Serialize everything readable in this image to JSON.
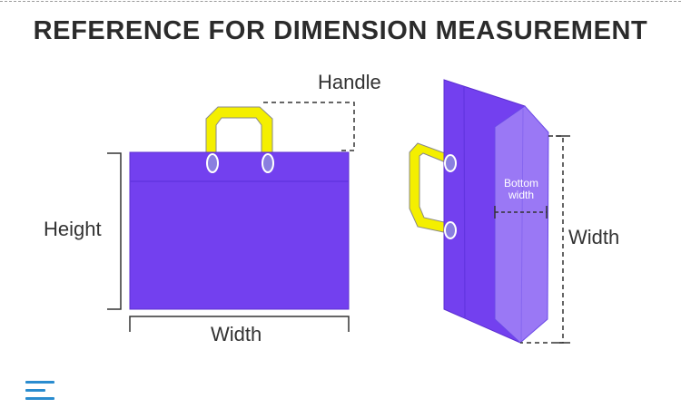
{
  "title": "REFERENCE FOR DIMENSION MEASUREMENT",
  "labels": {
    "handle": "Handle",
    "height": "Height",
    "width_front": "Width",
    "width_side": "Width",
    "bottom_width_line1": "Bottom",
    "bottom_width_line2": "width"
  },
  "colors": {
    "bag": "#7340ef",
    "bag_side_panel": "#9a78f5",
    "handle": "#f4ef00",
    "dimension_line": "#333333",
    "menu_icon": "#2a8ccf"
  },
  "icons": {
    "menu": "hamburger-menu-icon"
  }
}
